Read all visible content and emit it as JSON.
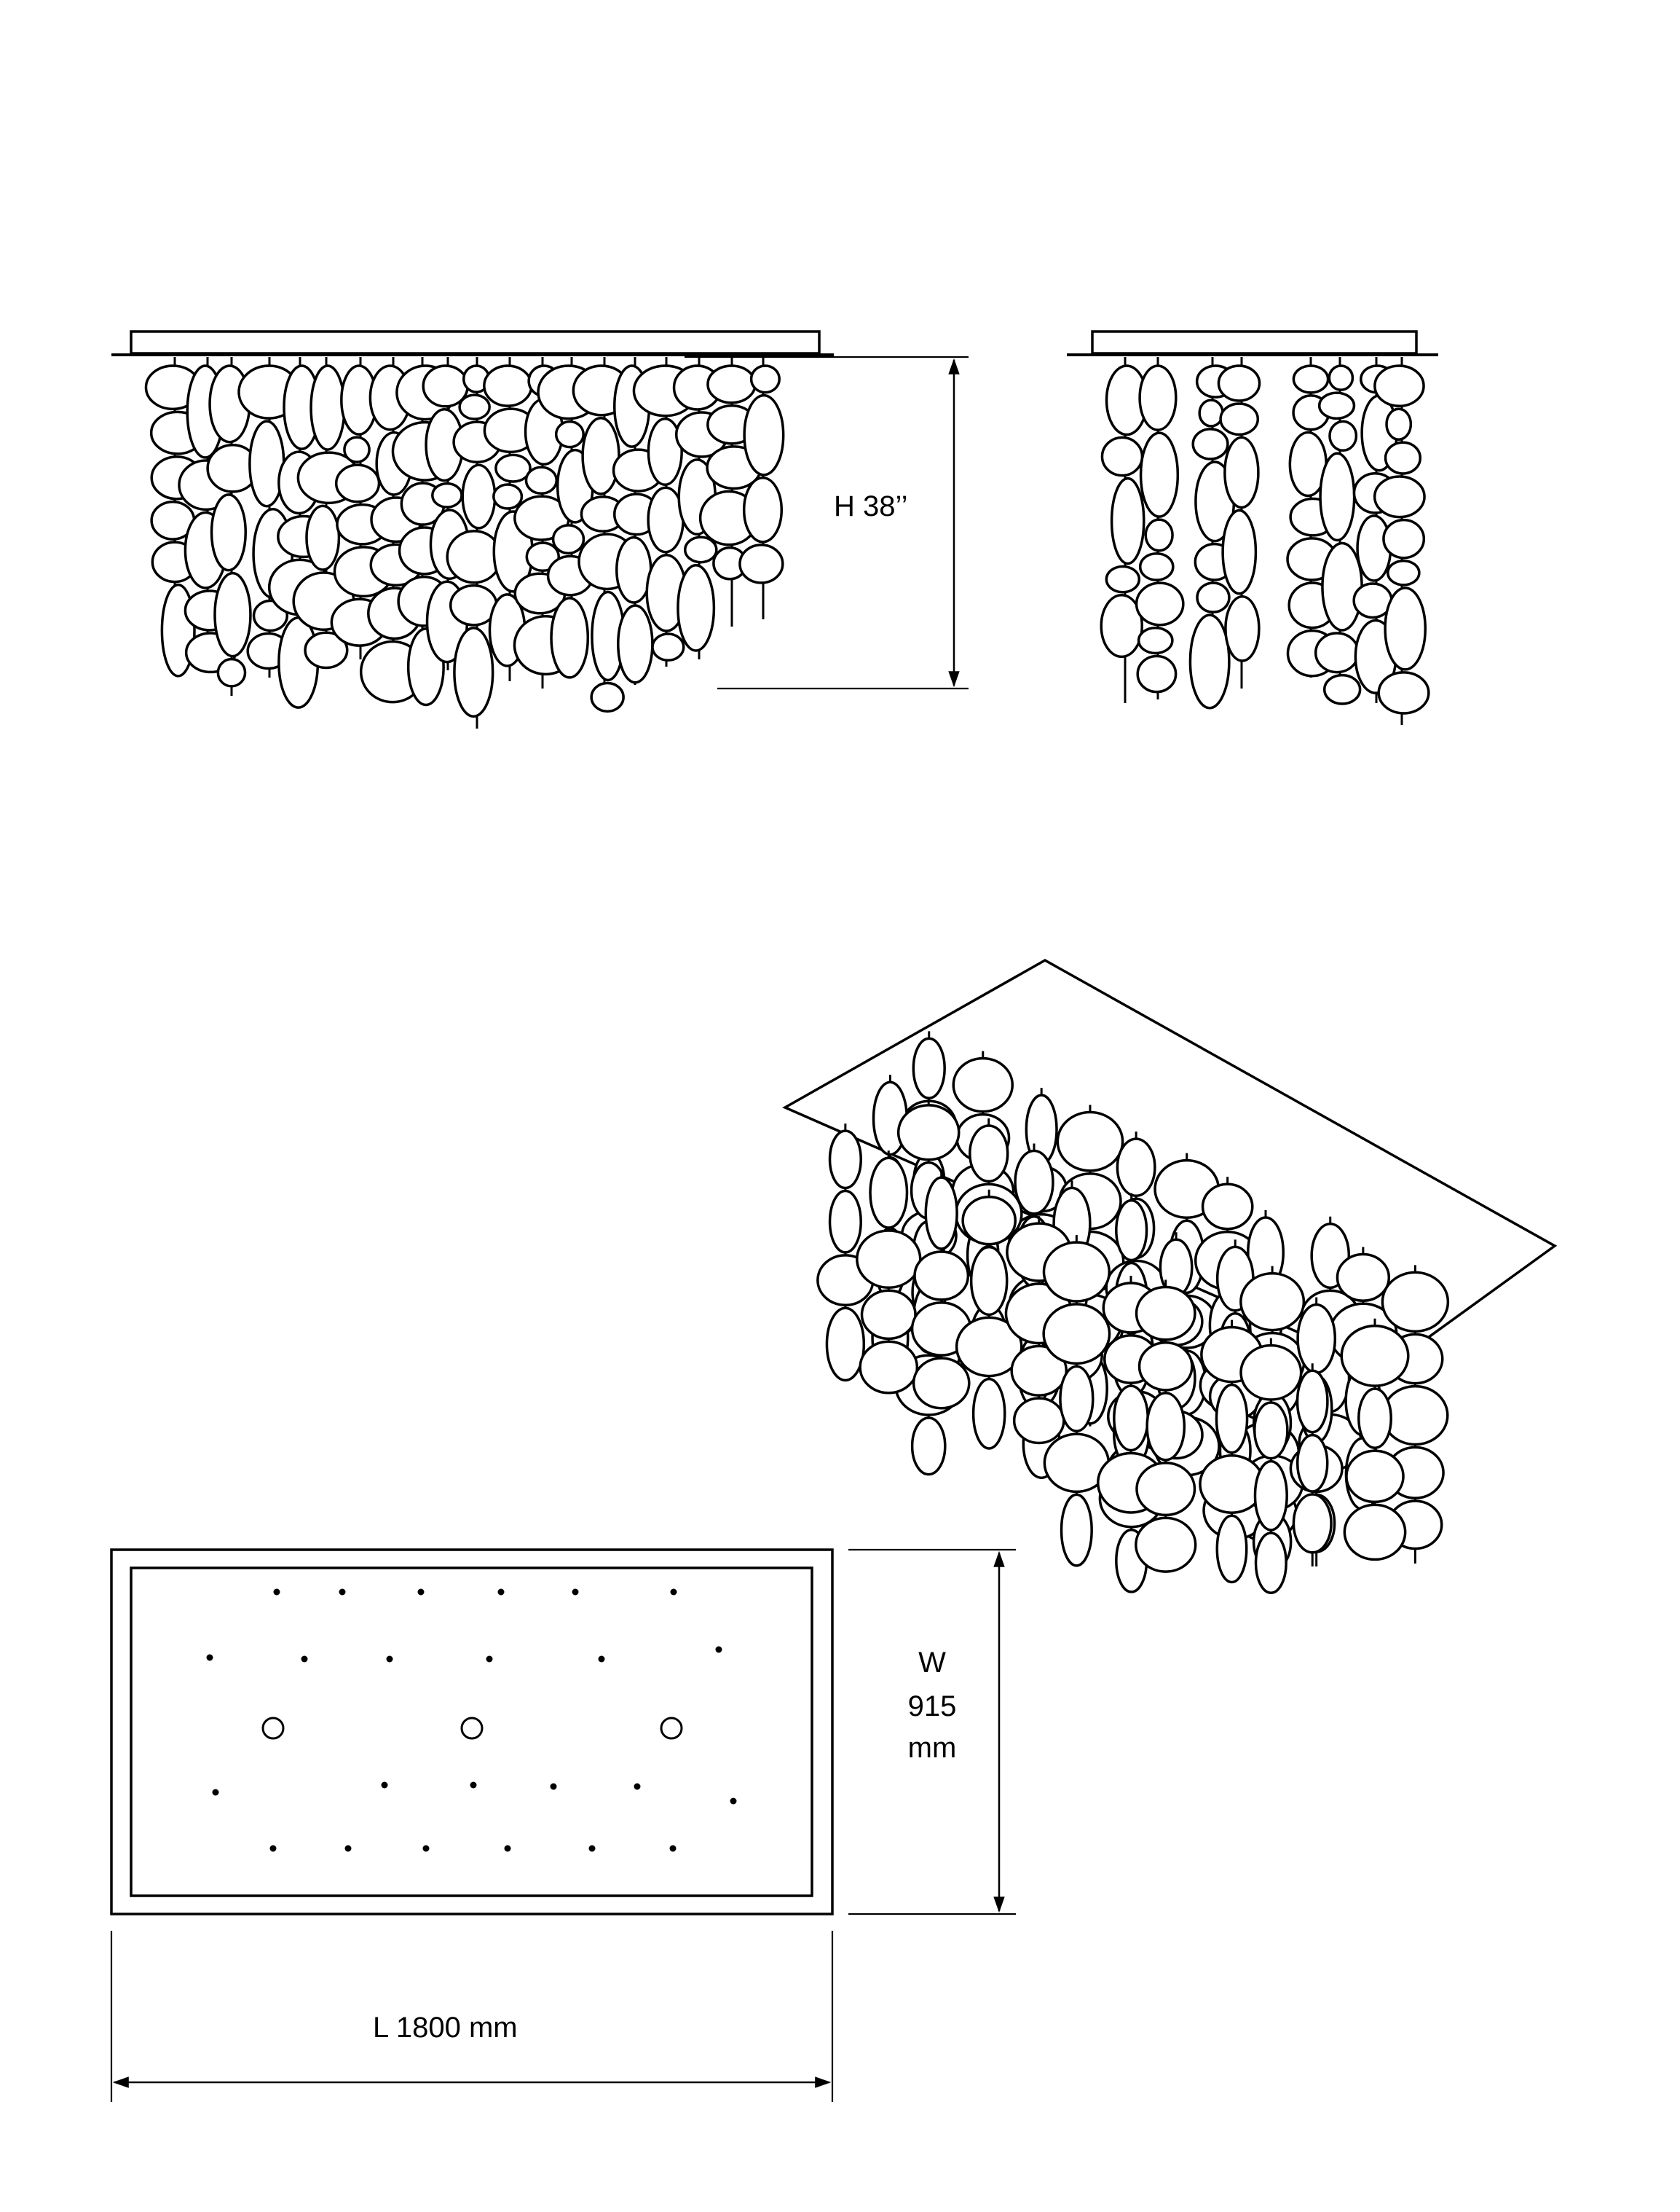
{
  "dimensions": {
    "height_label": "H  38’’",
    "width_line1": "W",
    "width_line2": "915",
    "width_line3": "mm",
    "length_label": "L  1800 mm"
  }
}
